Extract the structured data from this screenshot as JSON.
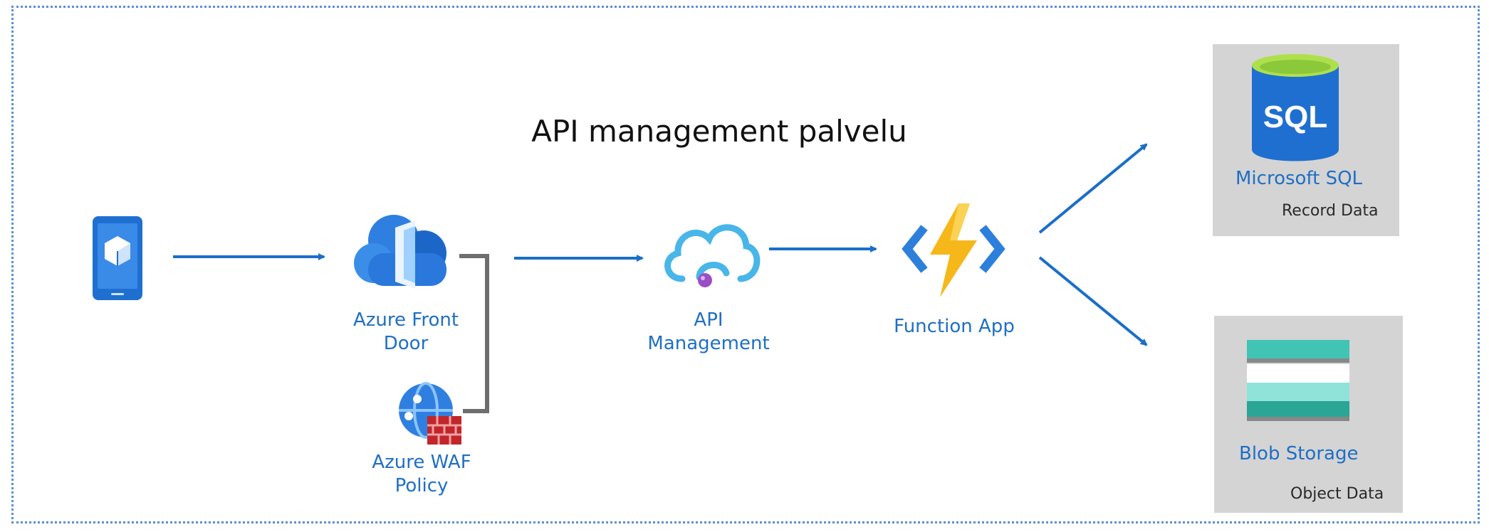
{
  "title": "API management palvelu",
  "colors": {
    "frame": "#5b8fd0",
    "arrow": "#1a6ec9",
    "label": "#1f6fc4",
    "box": "#d4d4d4",
    "connector": "#6e6e6e"
  },
  "nodes": {
    "client": {
      "icon": "mobile-device-icon"
    },
    "front_door": {
      "label_line1": "Azure Front",
      "label_line2": "Door",
      "icon": "front-door-cloud-icon"
    },
    "waf": {
      "label_line1": "Azure WAF",
      "label_line2": "Policy",
      "icon": "waf-policy-icon"
    },
    "apim": {
      "label_line1": "API",
      "label_line2": "Management",
      "icon": "api-management-icon"
    },
    "function": {
      "label": "Function App",
      "icon": "function-app-icon"
    },
    "sql": {
      "label": "Microsoft SQL",
      "sublabel": "Record Data",
      "icon_text": "SQL",
      "icon": "sql-database-icon"
    },
    "blob": {
      "label": "Blob Storage",
      "sublabel": "Object Data",
      "icon": "blob-storage-icon"
    }
  }
}
